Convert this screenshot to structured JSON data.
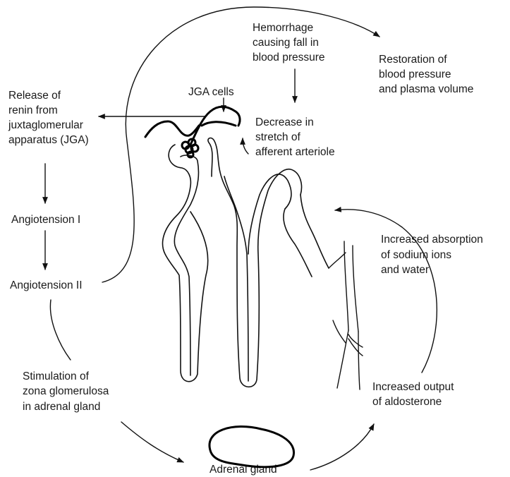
{
  "labels": {
    "hemorrhage": [
      "Hemorrhage",
      "causing fall in",
      "blood pressure"
    ],
    "restoration": [
      "Restoration of",
      "blood pressure",
      "and plasma volume"
    ],
    "release_renin": [
      "Release of",
      "renin from",
      "juxtaglomerular",
      "apparatus (JGA)"
    ],
    "jga_cells": [
      "JGA cells"
    ],
    "decrease_stretch": [
      "Decrease in",
      "stretch of",
      "afferent arteriole"
    ],
    "angiotensin_1": [
      "Angiotension I"
    ],
    "angiotensin_2": [
      "Angiotension II"
    ],
    "increased_absorption": [
      "Increased absorption",
      "of sodium ions",
      "and water"
    ],
    "stimulation": [
      "Stimulation of",
      "zona glomerulosa",
      "in adrenal gland"
    ],
    "increased_output": [
      "Increased output",
      "of aldosterone"
    ],
    "adrenal_gland": [
      "Adrenal gland"
    ]
  }
}
